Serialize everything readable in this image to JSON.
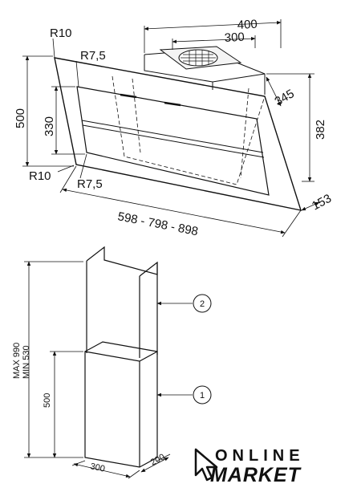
{
  "hood": {
    "width_top": "400",
    "width_duct": "300",
    "r10_top": "R10",
    "r7_5_top": "R7,5",
    "height_500": "500",
    "height_330": "330",
    "r10_bottom": "R10",
    "r7_5_bottom": "R7,5",
    "depth_345": "345",
    "height_382": "382",
    "depth_153": "153",
    "widths": "598 - 798 - 898"
  },
  "chimney": {
    "max_label": "MAX 990",
    "min_label": "MIN 530",
    "lower_height": "500",
    "width": "300",
    "depth": "200",
    "callout_upper": "2",
    "callout_lower": "1"
  },
  "logo": {
    "line1": "ONLINE",
    "line2": "MARKET"
  }
}
